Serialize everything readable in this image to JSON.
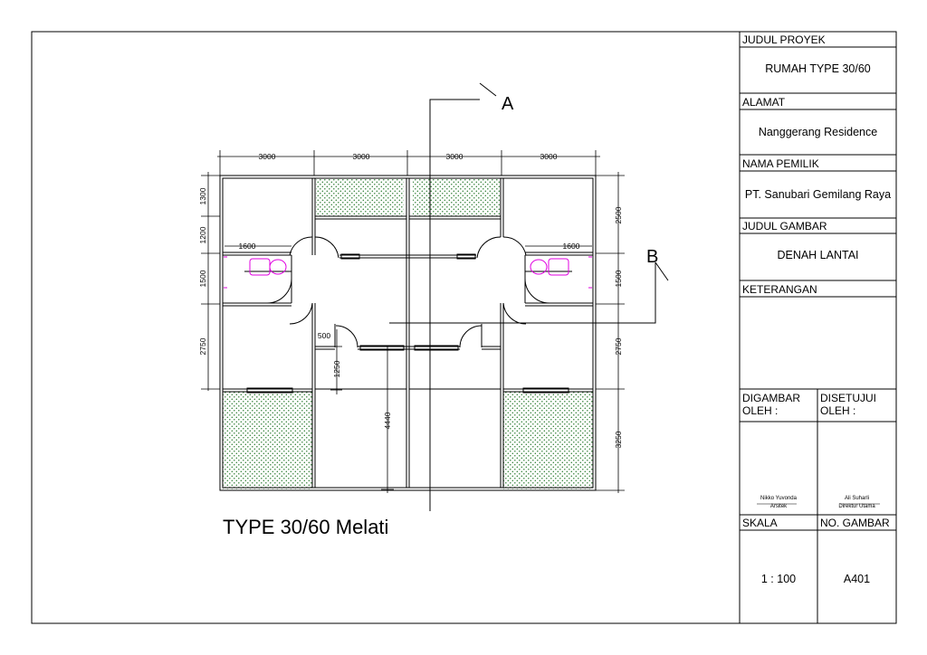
{
  "drawing": {
    "caption": "TYPE 30/60 Melati",
    "section_markers": {
      "a": "A",
      "b": "B"
    },
    "dimensions": {
      "top": [
        "3000",
        "3000",
        "3000",
        "3000"
      ],
      "left": [
        "1300",
        "1200",
        "1500",
        "2750"
      ],
      "right": [
        "2500",
        "1500",
        "2750",
        "3250"
      ],
      "toilet_left": "1600",
      "toilet_right": "1600",
      "door_width": "500",
      "inner_small": "1250",
      "inner_large": "4440"
    },
    "colors": {
      "line": "#000000",
      "hatch": "#2e7d32",
      "toilet": "#e000e0"
    }
  },
  "title_block": {
    "project_title_label": "JUDUL PROYEK",
    "project_title": "RUMAH TYPE 30/60",
    "address_label": "ALAMAT",
    "address": "Nanggerang Residence",
    "owner_label": "NAMA PEMILIK",
    "owner": "PT. Sanubari Gemilang Raya",
    "drawing_title_label": "JUDUL GAMBAR",
    "drawing_title": "DENAH LANTAI",
    "notes_label": "KETERANGAN",
    "drawn_by_label": "DIGAMBAR\nOLEH :",
    "approved_by_label": "DISETUJUI\nOLEH :",
    "drawn_by_name": "Nikko Yuvonda",
    "drawn_by_role": "Arsitek",
    "approved_by_name": "Ali Suharli",
    "approved_by_role": "Direktur Utama",
    "scale_label": "SKALA",
    "scale": "1 : 100",
    "drawing_no_label": "NO. GAMBAR",
    "drawing_no": "A401"
  }
}
